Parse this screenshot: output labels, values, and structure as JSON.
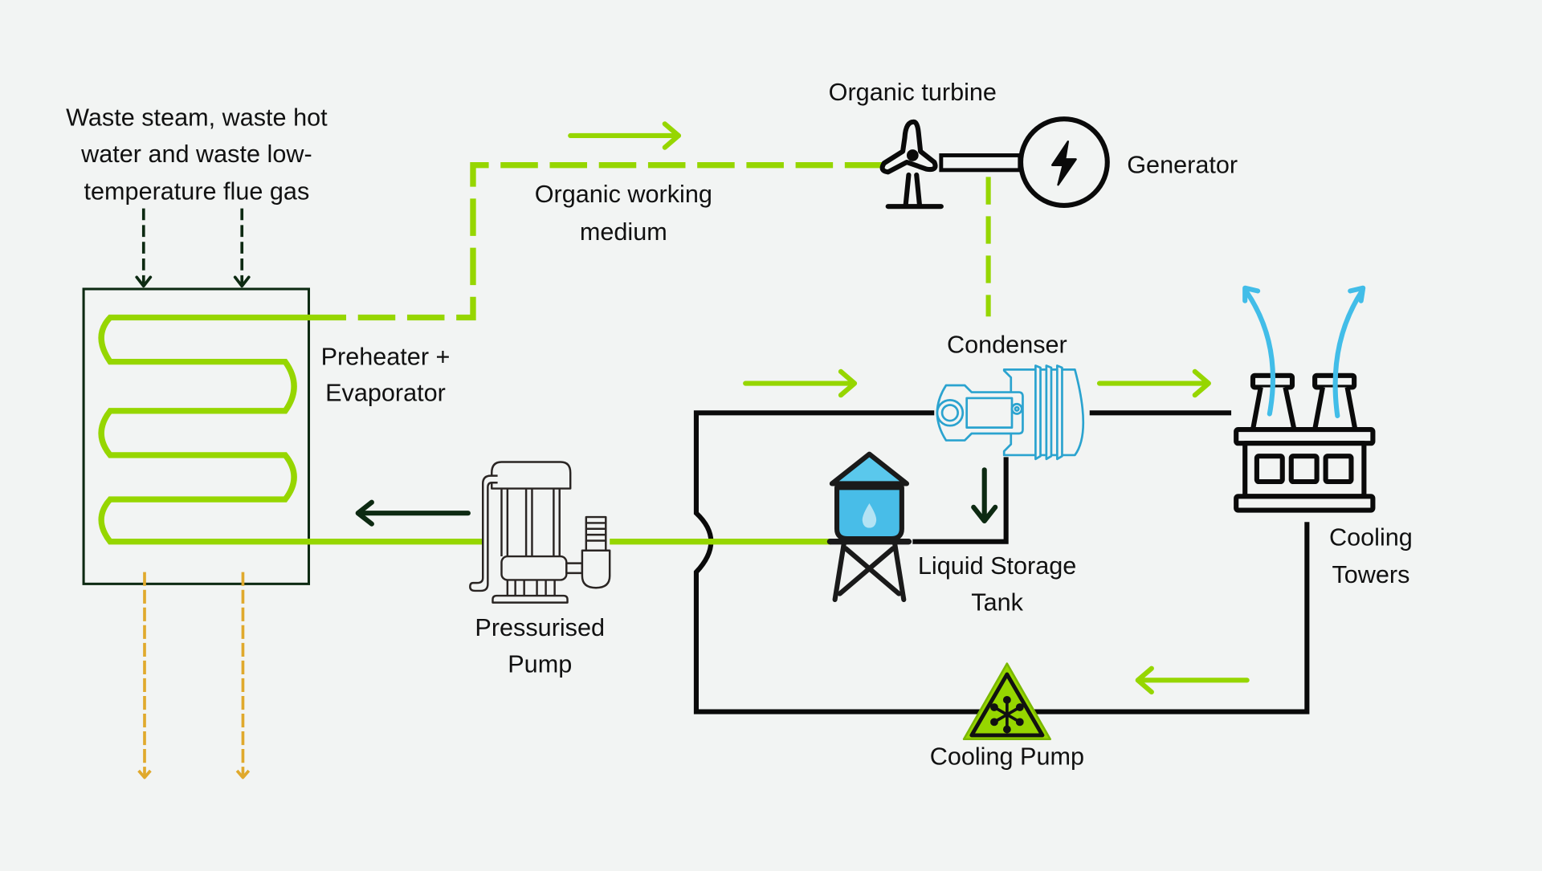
{
  "diagram": {
    "title": "Organic Rankine Cycle waste heat recovery",
    "colors": {
      "background": "#f2f4f3",
      "working_medium": "#96d600",
      "cooling_loop": "#0a0a0a",
      "heat_input": "#0d2a12",
      "exhaust": "#e0a92c",
      "condenser": "#2ba3cf",
      "steam": "#42bde8",
      "tank_water": "#48bde8"
    },
    "labels": {
      "heat_source": [
        "Waste steam, waste hot",
        "water and waste low-",
        "temperature flue gas"
      ],
      "evaporator": [
        "Preheater +",
        "Evaporator"
      ],
      "working_medium": [
        "Organic working",
        "medium"
      ],
      "turbine": "Organic turbine",
      "generator": "Generator",
      "condenser": "Condenser",
      "cooling_towers": [
        "Cooling",
        "Towers"
      ],
      "storage_tank": [
        "Liquid Storage",
        "Tank"
      ],
      "pressurised_pump": [
        "Pressurised",
        "Pump"
      ],
      "cooling_pump": "Cooling Pump"
    },
    "icons": {
      "turbine": "wind-turbine-icon",
      "generator": "lightning-bolt-icon",
      "condenser": "piston-icon",
      "cooling_towers": "factory-chimney-icon",
      "storage_tank": "water-tower-icon",
      "pressurised_pump": "submersible-pump-icon",
      "cooling_pump": "snowflake-warning-icon"
    },
    "flows": [
      {
        "from": "heat_source",
        "to": "evaporator",
        "direction": "down"
      },
      {
        "from": "evaporator",
        "to": "turbine",
        "direction": "right"
      },
      {
        "from": "turbine",
        "to": "condenser",
        "direction": "down"
      },
      {
        "from": "condenser",
        "to": "cooling_towers",
        "direction": "right"
      },
      {
        "from": "condenser",
        "to": "storage_tank",
        "direction": "down"
      },
      {
        "from": "storage_tank",
        "to": "pressurised_pump",
        "direction": "left"
      },
      {
        "from": "pressurised_pump",
        "to": "evaporator",
        "direction": "left"
      },
      {
        "from": "cooling_towers",
        "to": "cooling_pump",
        "direction": "left"
      },
      {
        "from": "evaporator",
        "to": "exhaust",
        "direction": "down"
      }
    ]
  }
}
